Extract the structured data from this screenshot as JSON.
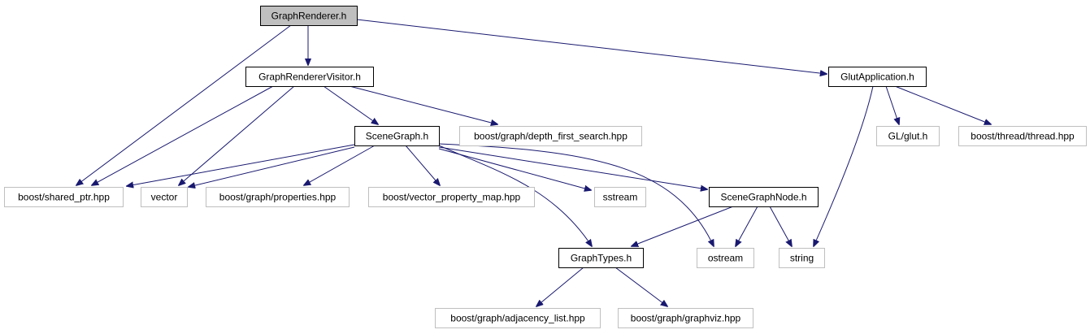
{
  "nodes": [
    {
      "id": "renderer",
      "label": "GraphRenderer.h",
      "kind": "root"
    },
    {
      "id": "visitor",
      "label": "GraphRendererVisitor.h",
      "kind": "local"
    },
    {
      "id": "glutapp",
      "label": "GlutApplication.h",
      "kind": "local"
    },
    {
      "id": "scenegraph",
      "label": "SceneGraph.h",
      "kind": "local"
    },
    {
      "id": "dfs",
      "label": "boost/graph/depth_first_search.hpp",
      "kind": "external"
    },
    {
      "id": "glut",
      "label": "GL/glut.h",
      "kind": "external"
    },
    {
      "id": "thread",
      "label": "boost/thread/thread.hpp",
      "kind": "external"
    },
    {
      "id": "sharedptr",
      "label": "boost/shared_ptr.hpp",
      "kind": "external"
    },
    {
      "id": "vector",
      "label": "vector",
      "kind": "external"
    },
    {
      "id": "properties",
      "label": "boost/graph/properties.hpp",
      "kind": "external"
    },
    {
      "id": "vpm",
      "label": "boost/vector_property_map.hpp",
      "kind": "external"
    },
    {
      "id": "sstream",
      "label": "sstream",
      "kind": "external"
    },
    {
      "id": "scenenode",
      "label": "SceneGraphNode.h",
      "kind": "local"
    },
    {
      "id": "graphtypes",
      "label": "GraphTypes.h",
      "kind": "local"
    },
    {
      "id": "ostream",
      "label": "ostream",
      "kind": "external"
    },
    {
      "id": "string",
      "label": "string",
      "kind": "external"
    },
    {
      "id": "adjlist",
      "label": "boost/graph/adjacency_list.hpp",
      "kind": "external"
    },
    {
      "id": "graphviz",
      "label": "boost/graph/graphviz.hpp",
      "kind": "external"
    }
  ],
  "edges": [
    {
      "from": "renderer",
      "to": "visitor"
    },
    {
      "from": "renderer",
      "to": "sharedptr"
    },
    {
      "from": "renderer",
      "to": "glutapp"
    },
    {
      "from": "visitor",
      "to": "sharedptr"
    },
    {
      "from": "visitor",
      "to": "vector"
    },
    {
      "from": "visitor",
      "to": "scenegraph"
    },
    {
      "from": "visitor",
      "to": "dfs"
    },
    {
      "from": "glutapp",
      "to": "glut"
    },
    {
      "from": "glutapp",
      "to": "thread"
    },
    {
      "from": "glutapp",
      "to": "string"
    },
    {
      "from": "scenegraph",
      "to": "sharedptr"
    },
    {
      "from": "scenegraph",
      "to": "vector"
    },
    {
      "from": "scenegraph",
      "to": "properties"
    },
    {
      "from": "scenegraph",
      "to": "vpm"
    },
    {
      "from": "scenegraph",
      "to": "sstream"
    },
    {
      "from": "scenegraph",
      "to": "scenenode"
    },
    {
      "from": "scenegraph",
      "to": "graphtypes"
    },
    {
      "from": "scenegraph",
      "to": "ostream"
    },
    {
      "from": "scenenode",
      "to": "graphtypes"
    },
    {
      "from": "scenenode",
      "to": "ostream"
    },
    {
      "from": "scenenode",
      "to": "string"
    },
    {
      "from": "graphtypes",
      "to": "adjlist"
    },
    {
      "from": "graphtypes",
      "to": "graphviz"
    }
  ],
  "colors": {
    "edge": "#191970",
    "root_fill": "#bfbfbf",
    "local_border": "#000000",
    "external_border": "#bfbfbf"
  }
}
